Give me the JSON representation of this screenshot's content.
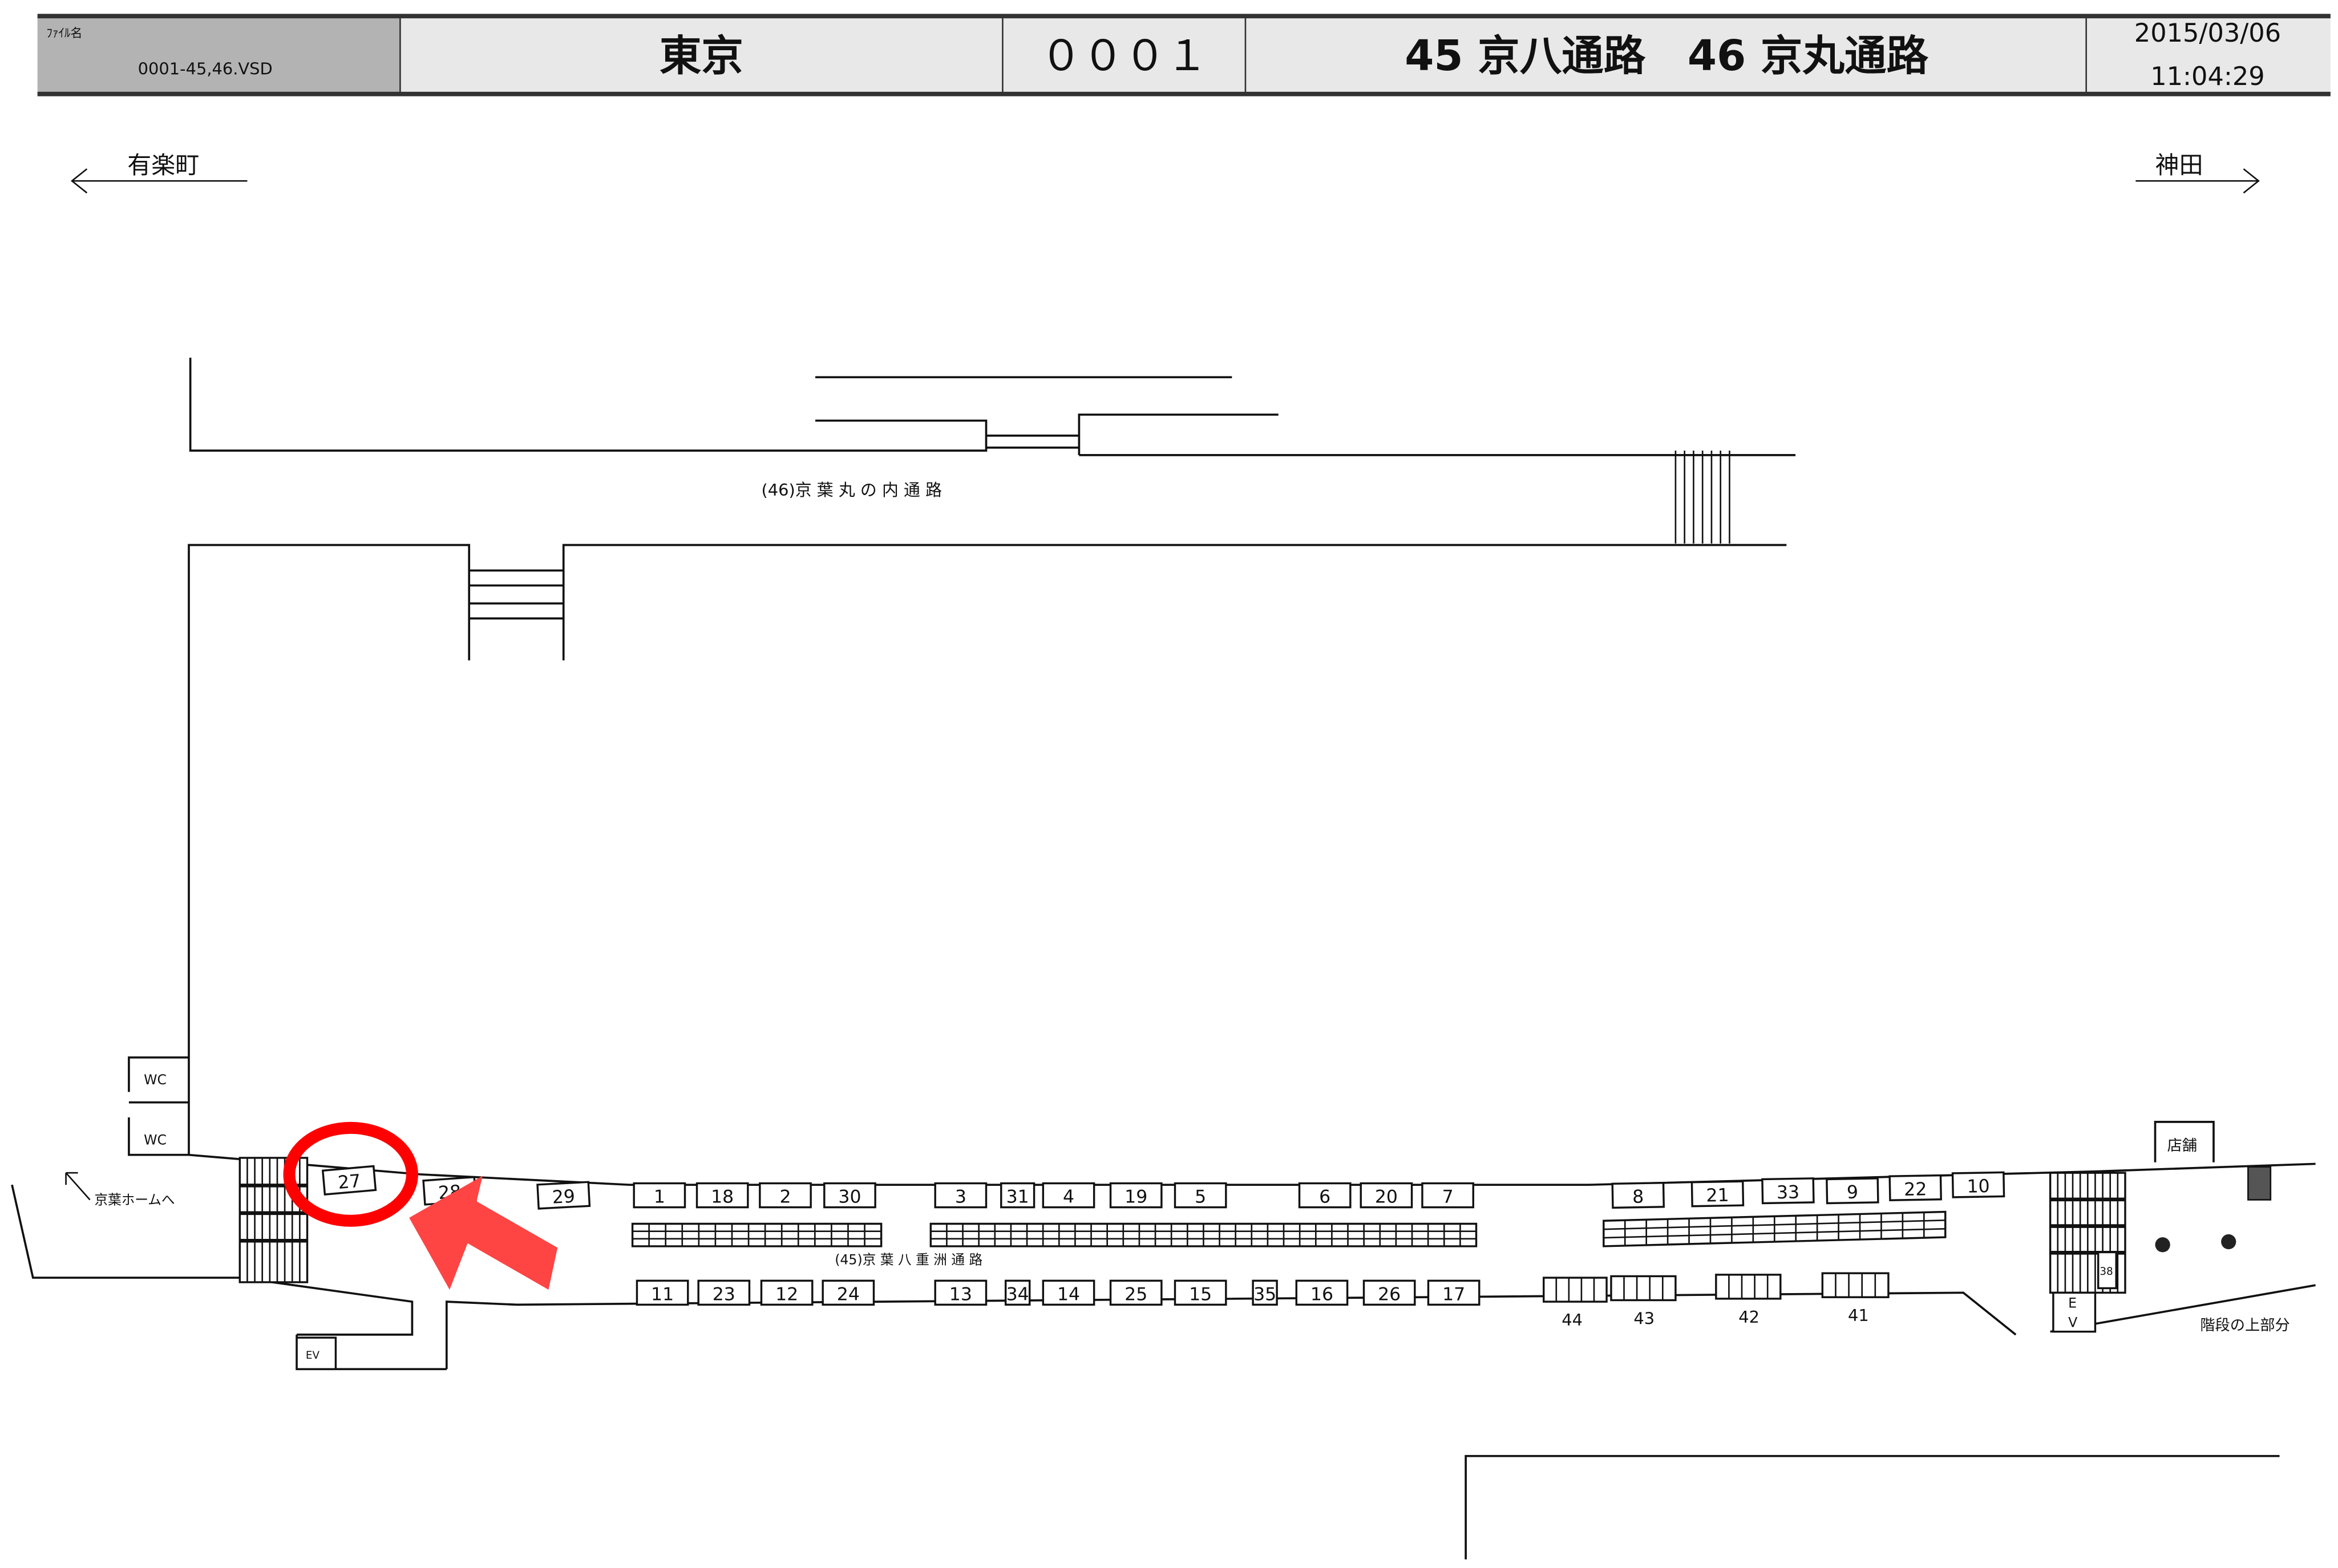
{
  "header": {
    "file_label": "ﾌｧｲﾙ名",
    "file_name": "0001-45,46.VSD",
    "station": "東京",
    "code": "０００１",
    "passages": "45 京八通路　46 京丸通路",
    "date": "2015/03/06",
    "time": "11:04:29"
  },
  "directions": {
    "left": "有楽町",
    "right": "神田"
  },
  "labels": {
    "passage_46": "(46)京 葉 丸 の 内 通 路",
    "passage_45": "(45)京 葉 八 重 洲 通 路",
    "wc": "WC",
    "ev": "EV",
    "ev_right_e": "E",
    "ev_right_v": "V",
    "to_keiyo_home": "京葉ホームへ",
    "shop": "店舗",
    "stairs_top": "階段の上部分",
    "small_box": "38"
  },
  "stalls_top": [
    "27",
    "28",
    "29",
    "1",
    "18",
    "2",
    "30",
    "3",
    "31",
    "4",
    "19",
    "5",
    "6",
    "20",
    "7",
    "8",
    "21",
    "33",
    "9",
    "22",
    "10"
  ],
  "stalls_bottom": [
    "11",
    "23",
    "12",
    "24",
    "13",
    "34",
    "14",
    "25",
    "15",
    "35",
    "16",
    "26",
    "17"
  ],
  "bench_groups": [
    "44",
    "43",
    "42",
    "41"
  ],
  "highlight": {
    "stall": "27",
    "color": "#ff0000",
    "arrow_color": "#ff4444"
  }
}
